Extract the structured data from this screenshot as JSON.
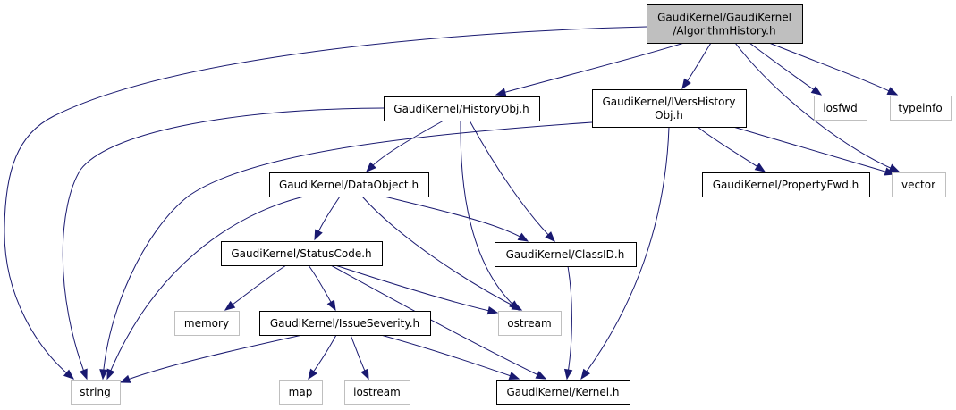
{
  "diagram": {
    "title": "GaudiKernel/GaudiKernel/AlgorithmHistory.h",
    "type": "include-dependency-graph",
    "colors": {
      "edge": "#191970",
      "root_fill": "#bfbfbf",
      "node_border": "#000000",
      "external_border": "#bfbfbf",
      "text": "#000000"
    },
    "nodes": [
      {
        "id": "root",
        "lines": [
          "GaudiKernel/GaudiKernel",
          "/AlgorithmHistory.h"
        ],
        "kind": "root"
      },
      {
        "id": "historyobj",
        "lines": [
          "GaudiKernel/HistoryObj.h"
        ],
        "kind": "project"
      },
      {
        "id": "iverhistoryobj",
        "lines": [
          "GaudiKernel/IVersHistory",
          "Obj.h"
        ],
        "kind": "project"
      },
      {
        "id": "iosfwd",
        "lines": [
          "iosfwd"
        ],
        "kind": "external"
      },
      {
        "id": "typeinfo",
        "lines": [
          "typeinfo"
        ],
        "kind": "external"
      },
      {
        "id": "dataobject",
        "lines": [
          "GaudiKernel/DataObject.h"
        ],
        "kind": "project"
      },
      {
        "id": "propertyfwd",
        "lines": [
          "GaudiKernel/PropertyFwd.h"
        ],
        "kind": "project"
      },
      {
        "id": "vector",
        "lines": [
          "vector"
        ],
        "kind": "external"
      },
      {
        "id": "statuscode",
        "lines": [
          "GaudiKernel/StatusCode.h"
        ],
        "kind": "project"
      },
      {
        "id": "classid",
        "lines": [
          "GaudiKernel/ClassID.h"
        ],
        "kind": "project"
      },
      {
        "id": "memory",
        "lines": [
          "memory"
        ],
        "kind": "external"
      },
      {
        "id": "issueseverity",
        "lines": [
          "GaudiKernel/IssueSeverity.h"
        ],
        "kind": "project"
      },
      {
        "id": "ostream",
        "lines": [
          "ostream"
        ],
        "kind": "external"
      },
      {
        "id": "string",
        "lines": [
          "string"
        ],
        "kind": "external"
      },
      {
        "id": "map",
        "lines": [
          "map"
        ],
        "kind": "external"
      },
      {
        "id": "iostream",
        "lines": [
          "iostream"
        ],
        "kind": "external"
      },
      {
        "id": "kernel",
        "lines": [
          "GaudiKernel/Kernel.h"
        ],
        "kind": "project"
      }
    ],
    "edges": [
      {
        "from": "root",
        "to": "string"
      },
      {
        "from": "root",
        "to": "historyobj"
      },
      {
        "from": "root",
        "to": "iverhistoryobj"
      },
      {
        "from": "root",
        "to": "vector"
      },
      {
        "from": "root",
        "to": "iosfwd"
      },
      {
        "from": "root",
        "to": "typeinfo"
      },
      {
        "from": "historyobj",
        "to": "string"
      },
      {
        "from": "historyobj",
        "to": "dataobject"
      },
      {
        "from": "historyobj",
        "to": "ostream"
      },
      {
        "from": "historyobj",
        "to": "classid"
      },
      {
        "from": "iverhistoryobj",
        "to": "string"
      },
      {
        "from": "iverhistoryobj",
        "to": "kernel"
      },
      {
        "from": "iverhistoryobj",
        "to": "propertyfwd"
      },
      {
        "from": "iverhistoryobj",
        "to": "vector"
      },
      {
        "from": "dataobject",
        "to": "string"
      },
      {
        "from": "dataobject",
        "to": "statuscode"
      },
      {
        "from": "dataobject",
        "to": "ostream"
      },
      {
        "from": "dataobject",
        "to": "classid"
      },
      {
        "from": "statuscode",
        "to": "memory"
      },
      {
        "from": "statuscode",
        "to": "issueseverity"
      },
      {
        "from": "statuscode",
        "to": "ostream"
      },
      {
        "from": "statuscode",
        "to": "kernel"
      },
      {
        "from": "classid",
        "to": "kernel"
      },
      {
        "from": "issueseverity",
        "to": "string"
      },
      {
        "from": "issueseverity",
        "to": "map"
      },
      {
        "from": "issueseverity",
        "to": "iostream"
      },
      {
        "from": "issueseverity",
        "to": "kernel"
      }
    ]
  }
}
